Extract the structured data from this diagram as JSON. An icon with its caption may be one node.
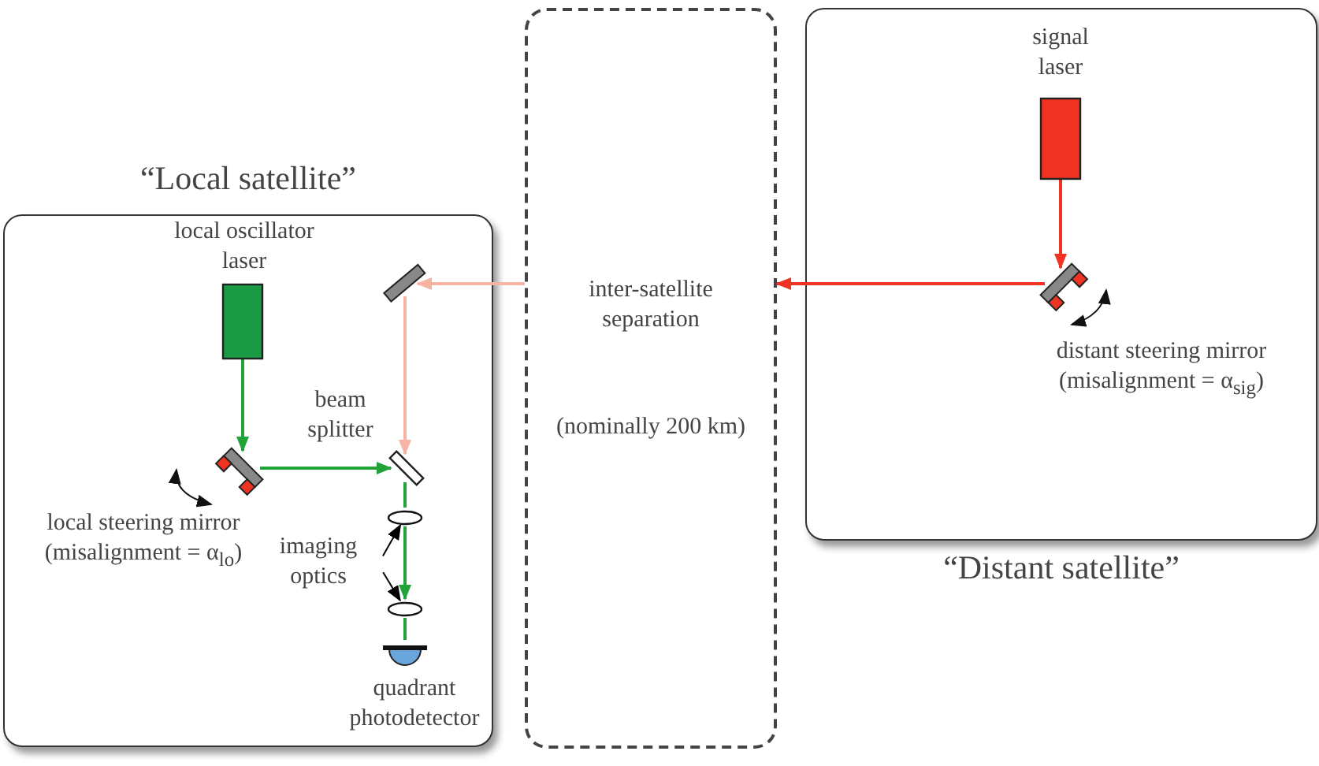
{
  "diagram": {
    "nodes": [
      {
        "text": [
          "“Local satellite”"
        ]
      },
      {
        "text": [
          "local oscillator laser"
        ],
        "in": 0
      },
      {
        "text": [
          "local steering mirror (misalignment = α$_{lo}$)"
        ],
        "in": 0
      },
      {
        "text": [],
        "shape": "box",
        "in": 0
      },
      {
        "text": [
          "beam splitter"
        ],
        "in": 0
      },
      {
        "text": [
          "imaging optics"
        ],
        "in": 0
      },
      {
        "text": [],
        "shape": "ellipse",
        "in": 0
      },
      {
        "text": [],
        "shape": "ellipse",
        "in": 0
      },
      {
        "text": [
          "quadrant photodetector"
        ],
        "in": 0
      },
      {
        "text": [
          "inter-satellite separation",
          "(nominally 200 km)"
        ]
      },
      {
        "text": [
          "“Distant satellite”"
        ]
      },
      {
        "text": [
          "signal laser"
        ],
        "in": 10
      },
      {
        "text": [
          "distant steering mirror (misalignment = α$_{sig}$)"
        ],
        "in": 10
      }
    ],
    "edges": [
      {
        "from": 1,
        "to": 2,
        "arrow": "to"
      },
      {
        "from": 2,
        "to": 4,
        "arrow": "to"
      },
      {
        "from": 4,
        "to": 6,
        "arrow": "none"
      },
      {
        "from": 6,
        "to": 7,
        "arrow": "to"
      },
      {
        "from": 7,
        "to": 8,
        "arrow": "none"
      },
      {
        "from": 11,
        "to": 12,
        "arrow": "to",
        "color": "#ee3322"
      },
      {
        "from": 12,
        "to": 9,
        "arrow": "to",
        "color": "#ee3322"
      },
      {
        "from": 9,
        "to": 3,
        "arrow": "to",
        "color": "#f7b3a3"
      },
      {
        "from": 3,
        "to": 4,
        "arrow": "to",
        "color": "#f7b3a3"
      },
      {
        "from": 5,
        "to": 6,
        "arrow": "to",
        "color": "#000000"
      },
      {
        "from": 5,
        "to": 7,
        "arrow": "to",
        "color": "#000000"
      }
    ]
  }
}
